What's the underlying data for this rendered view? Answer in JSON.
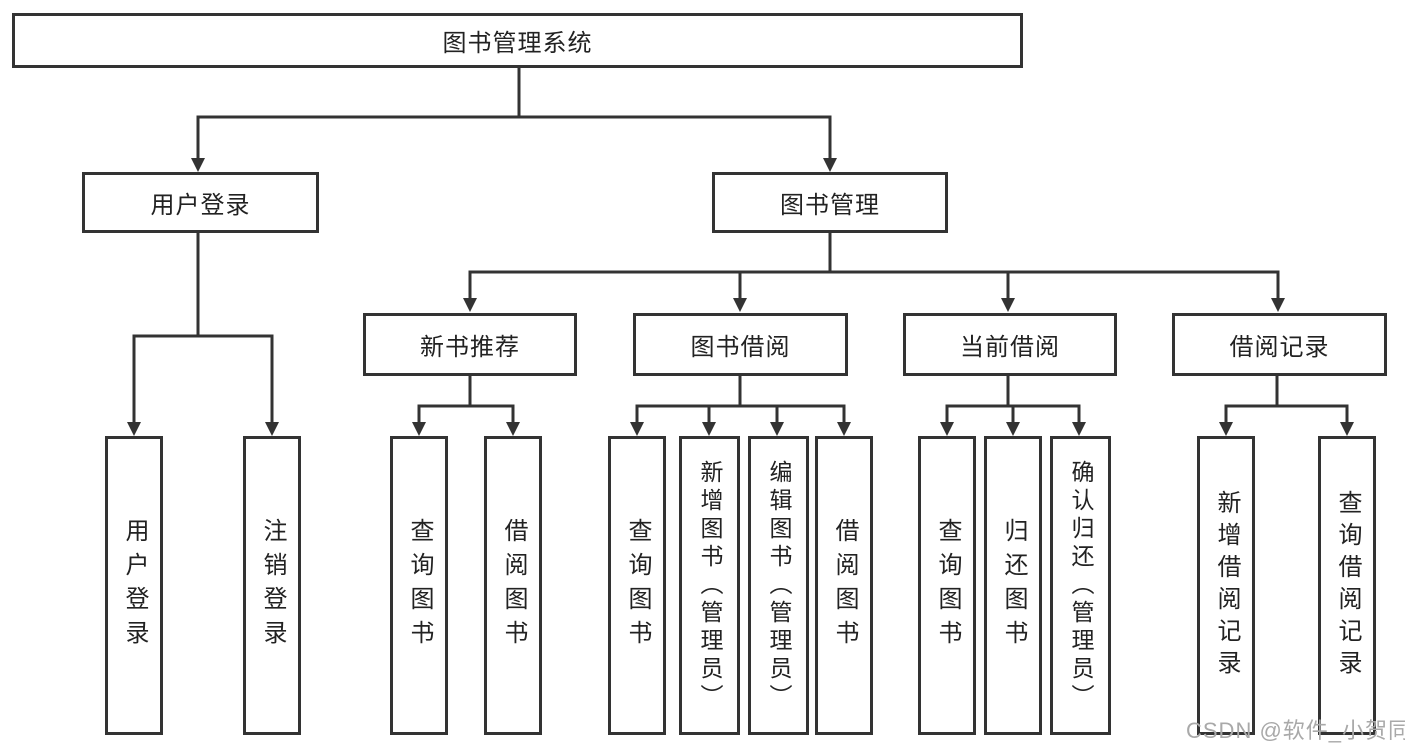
{
  "tree": {
    "root": {
      "label": "图书管理系统",
      "children": [
        {
          "label": "用户登录",
          "children": [
            {
              "label": "用户登录"
            },
            {
              "label": "注销登录"
            }
          ]
        },
        {
          "label": "图书管理",
          "children": [
            {
              "label": "新书推荐",
              "children": [
                {
                  "label": "查询图书"
                },
                {
                  "label": "借阅图书"
                }
              ]
            },
            {
              "label": "图书借阅",
              "children": [
                {
                  "label": "查询图书"
                },
                {
                  "label": "新增图书（管理员）"
                },
                {
                  "label": "编辑图书（管理员）"
                },
                {
                  "label": "借阅图书"
                }
              ]
            },
            {
              "label": "当前借阅",
              "children": [
                {
                  "label": "查询图书"
                },
                {
                  "label": "归还图书"
                },
                {
                  "label": "确认归还（管理员）"
                }
              ]
            },
            {
              "label": "借阅记录",
              "children": [
                {
                  "label": "新增借阅记录"
                },
                {
                  "label": "查询借阅记录"
                }
              ]
            }
          ]
        }
      ]
    }
  },
  "watermark": {
    "text": "CSDN @软件_小贺同学"
  },
  "colors": {
    "line": "#333333",
    "box_border": "#333333",
    "box_background": "#ffffff",
    "text": "#222222",
    "watermark": "#a9a9a9"
  }
}
